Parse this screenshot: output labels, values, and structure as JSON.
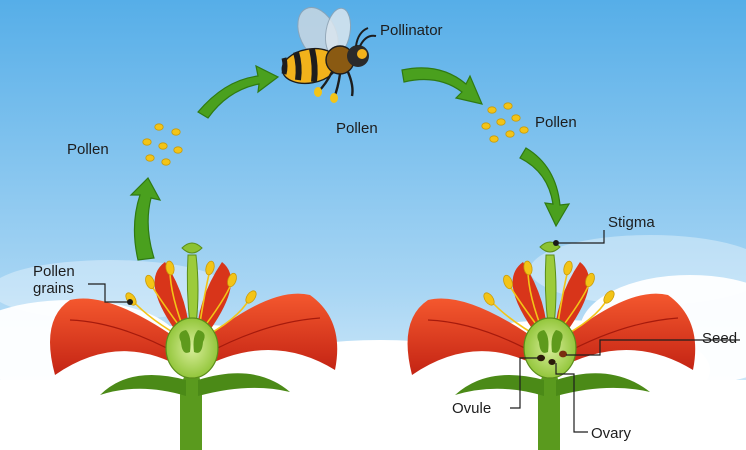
{
  "colors": {
    "sky_top": "#56aee8",
    "sky_bottom": "#dff0fb",
    "cloud": "#ffffff",
    "petal": "#e8361c",
    "petal_dark": "#b81f10",
    "stem": "#5a9a1e",
    "pistil": "#9ccb3b",
    "anther": "#f3c417",
    "arrow": "#4aa01e"
  },
  "labels": {
    "pollinator": "Pollinator",
    "pollen_top": "Pollen",
    "pollen_left": "Pollen",
    "pollen_right": "Pollen",
    "pollen_grains": "Pollen grains",
    "stigma": "Stigma",
    "seed": "Seed",
    "ovule": "Ovule",
    "ovary": "Ovary"
  },
  "icons": [
    "bee-icon",
    "flower-left-icon",
    "flower-right-icon",
    "cycle-arrow-icon"
  ]
}
